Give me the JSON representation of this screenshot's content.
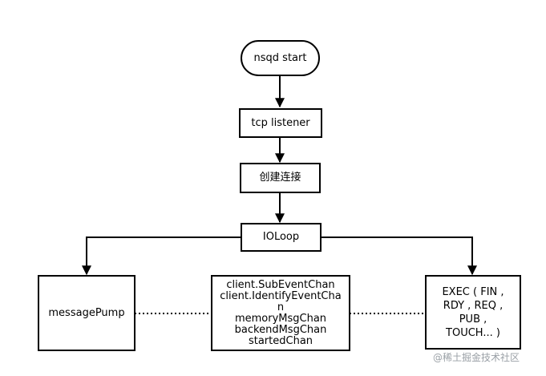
{
  "nodes": {
    "start": "nsqd start",
    "tcp": "tcp listener",
    "connect": "创建连接",
    "ioloop": "IOLoop",
    "pump": "messagePump",
    "chans": [
      "client.SubEventChan",
      "client.IdentifyEventCha",
      "n",
      "memoryMsgChan",
      "backendMsgChan",
      "startedChan"
    ],
    "exec": [
      "EXEC ( FIN ,",
      "RDY , REQ ,",
      "PUB ,",
      "TOUCH... )"
    ]
  },
  "watermark": "@稀土掘金技术社区"
}
